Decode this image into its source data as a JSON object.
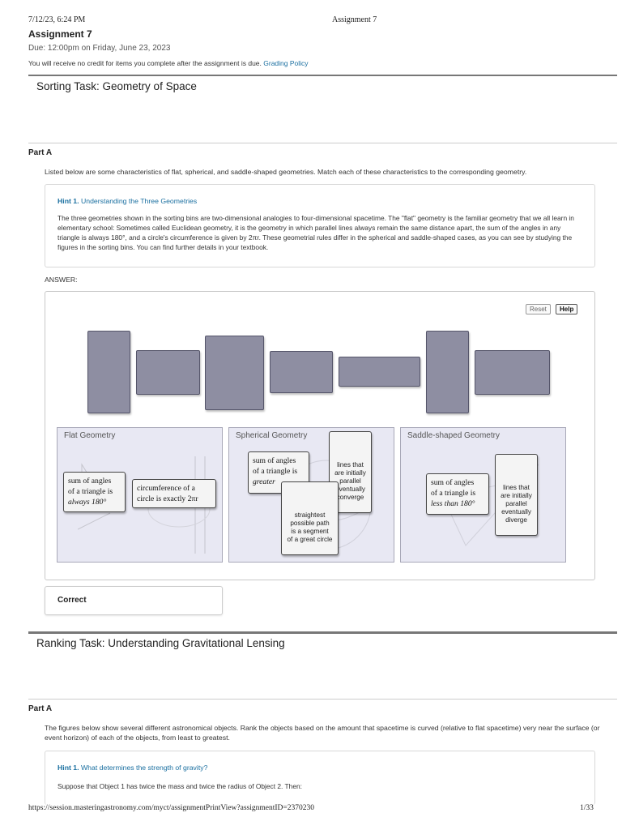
{
  "print_header": {
    "datetime": "7/12/23, 6:24 PM",
    "doc_title": "Assignment 7"
  },
  "assignment": {
    "title": "Assignment 7",
    "due": "Due: 12:00pm on Friday, June 23, 2023",
    "credit_note": "You will receive no credit for items you complete after the assignment is due.",
    "grading_link": "Grading Policy"
  },
  "task1": {
    "title": "Sorting Task: Geometry of Space",
    "part": "Part A",
    "prompt": "Listed below are some characteristics of flat, spherical, and saddle-shaped geometries. Match each of these characteristics to the corresponding geometry.",
    "hint": {
      "number": "Hint 1.",
      "title": "Understanding the Three Geometries",
      "text": "The three geometries shown in the sorting bins are two-dimensional analogies to four-dimensional spacetime. The \"flat\" geometry is the familiar geometry that we all learn in elementary school: Sometimes called Euclidean geometry, it is the geometry in which parallel lines always remain the same distance apart, the sum of the angles in any triangle is always 180°, and a circle's circumference is given by 2πr. These geometrial rules differ in the spherical and saddle-shaped cases, as you can see by studying the figures in the sorting bins. You can find further details in your textbook."
    },
    "answer_label": "ANSWER:",
    "buttons": {
      "reset": "Reset",
      "help": "Help"
    },
    "bins": [
      {
        "label": "Flat Geometry",
        "cards": [
          {
            "lines": [
              "sum of angles",
              "of a triangle is",
              "always 180°"
            ]
          },
          {
            "lines": [
              "circumference of a",
              "circle is exactly 2πr"
            ]
          }
        ]
      },
      {
        "label": "Spherical Geometry",
        "cards": [
          {
            "lines": [
              "sum of angles",
              "of a triangle is",
              "greater"
            ]
          },
          {
            "lines": [
              "lines that",
              "are initially",
              "parallel",
              "eventually",
              "converge"
            ]
          },
          {
            "lines": [
              "straightest",
              "possible path",
              "is a segment",
              "of a great circle"
            ]
          }
        ]
      },
      {
        "label": "Saddle-shaped Geometry",
        "cards": [
          {
            "lines": [
              "sum of angles",
              "of a triangle is",
              "less than 180°"
            ]
          },
          {
            "lines": [
              "lines that",
              "are initially",
              "parallel",
              "eventually",
              "diverge"
            ]
          }
        ]
      }
    ],
    "result": "Correct"
  },
  "task2": {
    "title": "Ranking Task: Understanding Gravitational Lensing",
    "part": "Part A",
    "prompt": "The figures below show several different astronomical objects. Rank the objects based on the amount that spacetime is curved (relative to flat spacetime) very near the surface (or event horizon) of each of the objects, from least to greatest.",
    "hint": {
      "number": "Hint 1.",
      "title": "What determines the strength of gravity?",
      "text": "Suppose that Object 1 has twice the mass and twice the radius of Object 2. Then:"
    }
  },
  "footer": {
    "url": "https://session.masteringastronomy.com/myct/assignmentPrintView?assignmentID=2370230",
    "page": "1/33"
  },
  "colors": {
    "link": "#1a6fa0",
    "slot": "#8e8ea2",
    "bin": "#e8e8f3"
  }
}
